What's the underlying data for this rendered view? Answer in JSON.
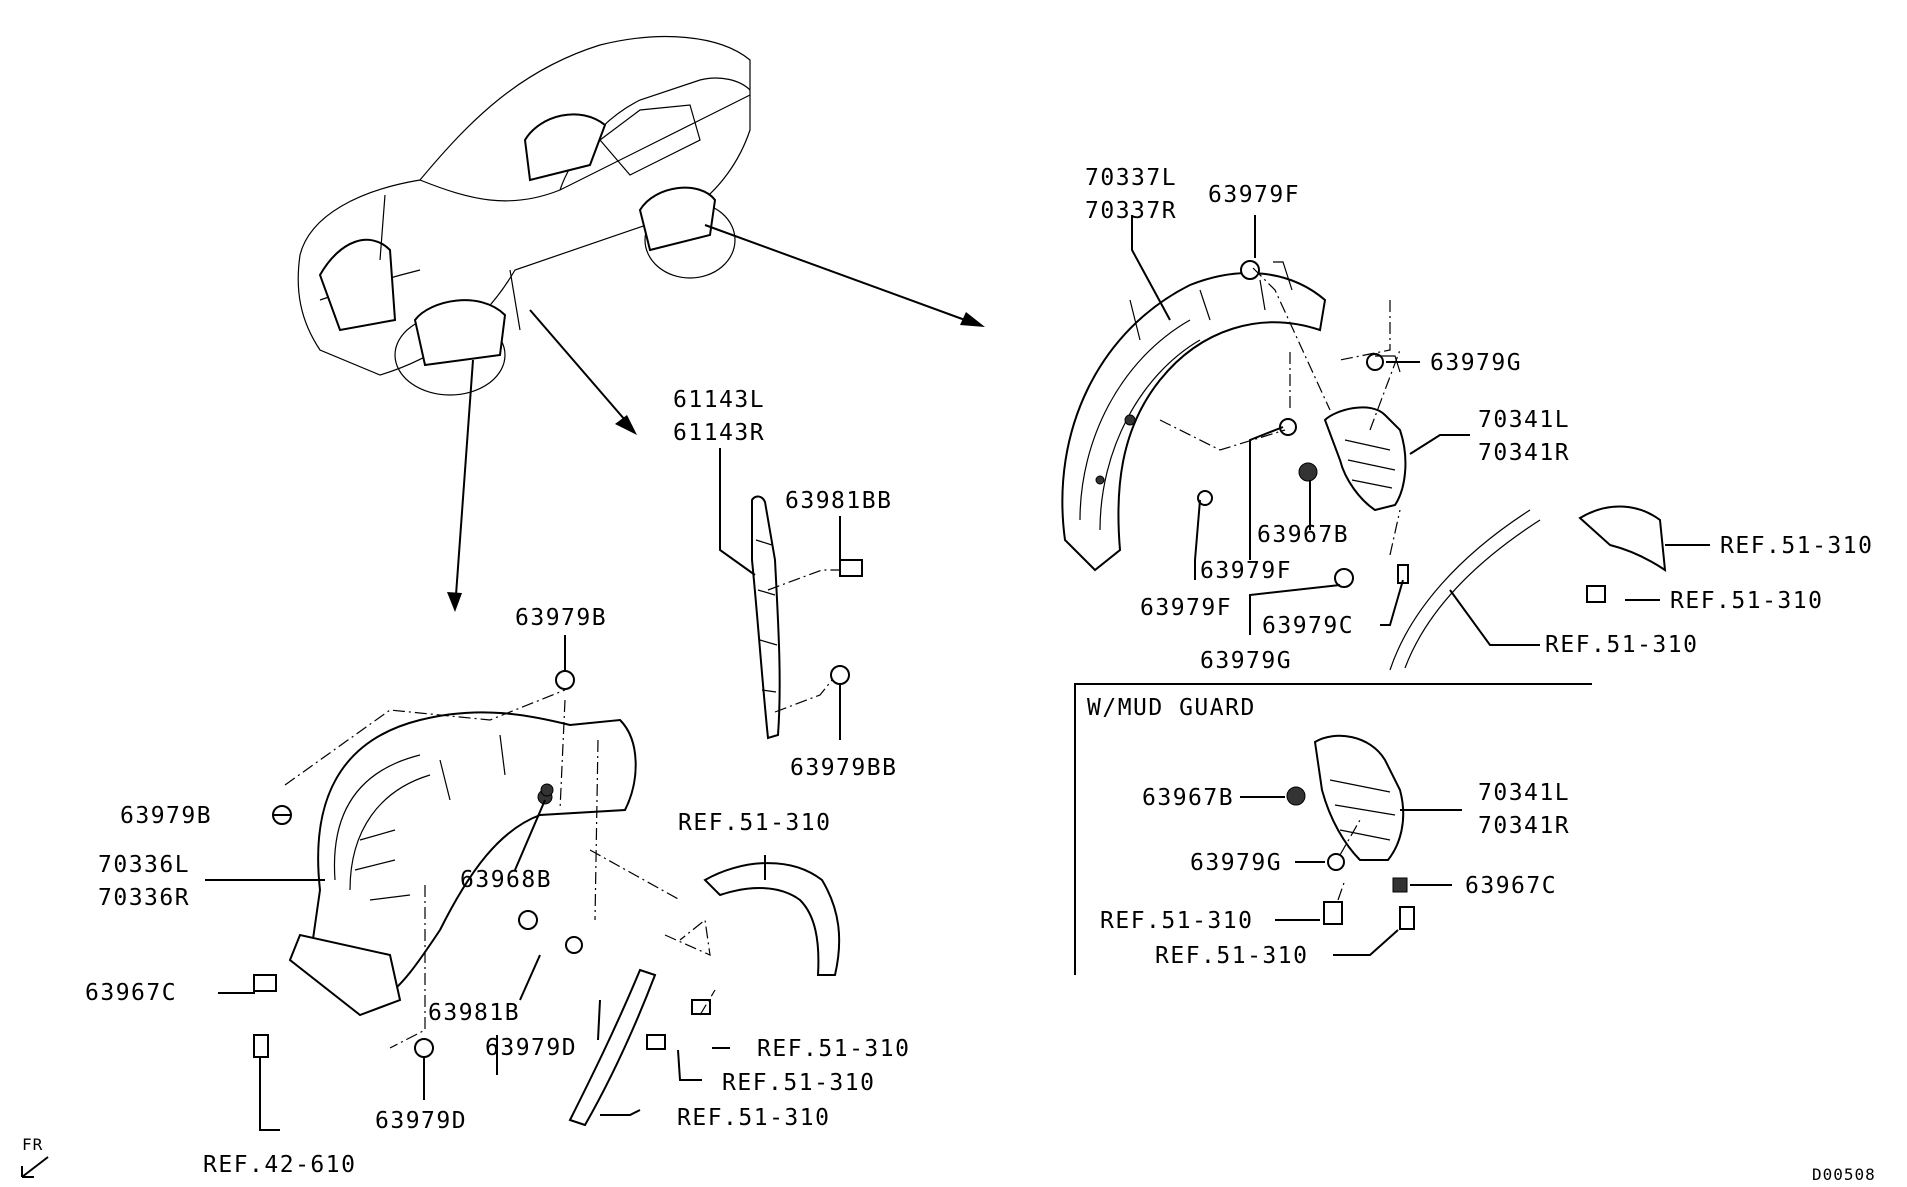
{
  "diagram_id": "D00508",
  "direction_marker": "FR",
  "box_title": "W/MUD GUARD",
  "labels": {
    "p70337": [
      "70337L",
      "70337R"
    ],
    "p63979F_top": "63979F",
    "p63979G_a": "63979G",
    "p70341_a": [
      "70341L",
      "70341R"
    ],
    "ref_r1": "REF.51-310",
    "ref_r2": "REF.51-310",
    "ref_r3": "REF.51-310",
    "p63967B_a": "63967B",
    "p63979F_mid": "63979F",
    "p63979F_low": "63979F",
    "p63979C": "63979C",
    "p63979G_b": "63979G",
    "p61143": [
      "61143L",
      "61143R"
    ],
    "p63981BB": "63981BB",
    "p63979BB": "63979BB",
    "p63979B_top": "63979B",
    "p63979B_left": "63979B",
    "p70336": [
      "70336L",
      "70336R"
    ],
    "p63968B": "63968B",
    "ref_front_top": "REF.51-310",
    "p63967C_a": "63967C",
    "p63981B": "63981B",
    "p63979D_a": "63979D",
    "p63979D_b": "63979D",
    "ref_front1": "REF.51-310",
    "ref_front2": "REF.51-310",
    "ref_front3": "REF.51-310",
    "ref_42": "REF.42-610",
    "p63967B_b": "63967B",
    "p70341_b": [
      "70341L",
      "70341R"
    ],
    "p63979G_c": "63979G",
    "p63967C_b": "63967C",
    "ref_box1": "REF.51-310",
    "ref_box2": "REF.51-310"
  }
}
